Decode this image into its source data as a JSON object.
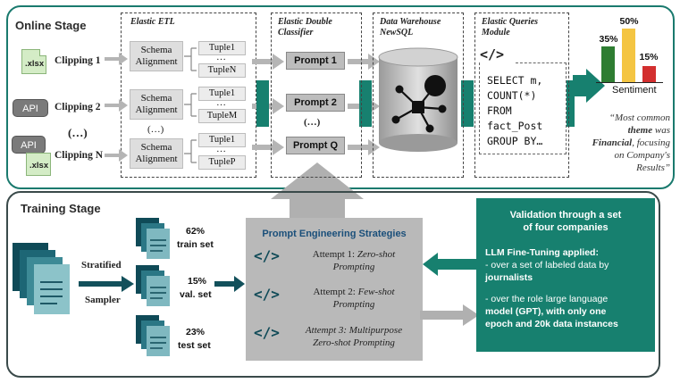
{
  "online": {
    "title": "Online Stage",
    "sources": [
      {
        "badge": ".xlsx",
        "label": "Clipping 1"
      },
      {
        "badge": "API",
        "label": "Clipping 2"
      },
      {
        "badge": "(…)",
        "label": ""
      },
      {
        "badge": "API",
        "badge2": ".xlsx",
        "label": "Clipping N"
      }
    ],
    "etl": {
      "title": "Elastic ETL",
      "schema_label": "Schema Alignment",
      "middle_dots": "(…)",
      "rows": [
        {
          "t1": "Tuple1",
          "dots": "…",
          "t2": "TupleN"
        },
        {
          "t1": "Tuple1",
          "dots": "…",
          "t2": "TupleM"
        },
        {
          "t1": "Tuple1",
          "dots": "…",
          "t2": "TupleP"
        }
      ]
    },
    "classifier": {
      "title": "Elastic Double Classifier",
      "prompts": [
        "Prompt 1",
        "Prompt 2",
        "(…)",
        "Prompt Q"
      ]
    },
    "warehouse": {
      "title": "Data Warehouse NewSQL"
    },
    "queries": {
      "title": "Elastic Queries Module",
      "code_icon": "</>",
      "code": [
        "SELECT m,",
        "COUNT(*)",
        "FROM",
        "fact_Post",
        "GROUP BY…"
      ]
    },
    "sentiment": {
      "label": "Sentiment",
      "bars": [
        {
          "pct": "35%",
          "value": 35,
          "color": "#2e7d32"
        },
        {
          "pct": "50%",
          "value": 50,
          "color": "#f4c542"
        },
        {
          "pct": "15%",
          "value": 15,
          "color": "#d32f2f"
        }
      ]
    },
    "quote": {
      "p1": "“Most common",
      "p2": "theme",
      "p3": " was",
      "p4": "Financial",
      "p5": ", focusing",
      "p6": "on Company's",
      "p7": "Results”"
    }
  },
  "training": {
    "title": "Training Stage",
    "sampler_top": "Stratified",
    "sampler_bottom": "Sampler",
    "splits": [
      {
        "pct": "62%",
        "name": "train set"
      },
      {
        "pct": "15%",
        "name": "val. set"
      },
      {
        "pct": "23%",
        "name": "test set"
      }
    ],
    "pes": {
      "title": "Prompt Engineering Strategies",
      "icon": "</>",
      "attempts": [
        {
          "prefix": "Attempt 1: ",
          "name": "Zero-shot",
          "rest": "Prompting"
        },
        {
          "prefix": "Attempt 2: ",
          "name": "Few-shot",
          "rest": "Prompting"
        },
        {
          "prefix": "Attempt 3: Multipurpose",
          "name": "",
          "rest": "Zero-shot Prompting"
        }
      ]
    },
    "validation": {
      "title1": "Validation through a set",
      "title2": "of four companies",
      "ft": "LLM Fine-Tuning applied:",
      "b1a": "- over a set of labeled data by",
      "b1b": "journalists",
      "b2a": "- over the role large language",
      "b2b": "model (GPT), with only one",
      "b2c": "epoch and 20k data instances"
    }
  }
}
